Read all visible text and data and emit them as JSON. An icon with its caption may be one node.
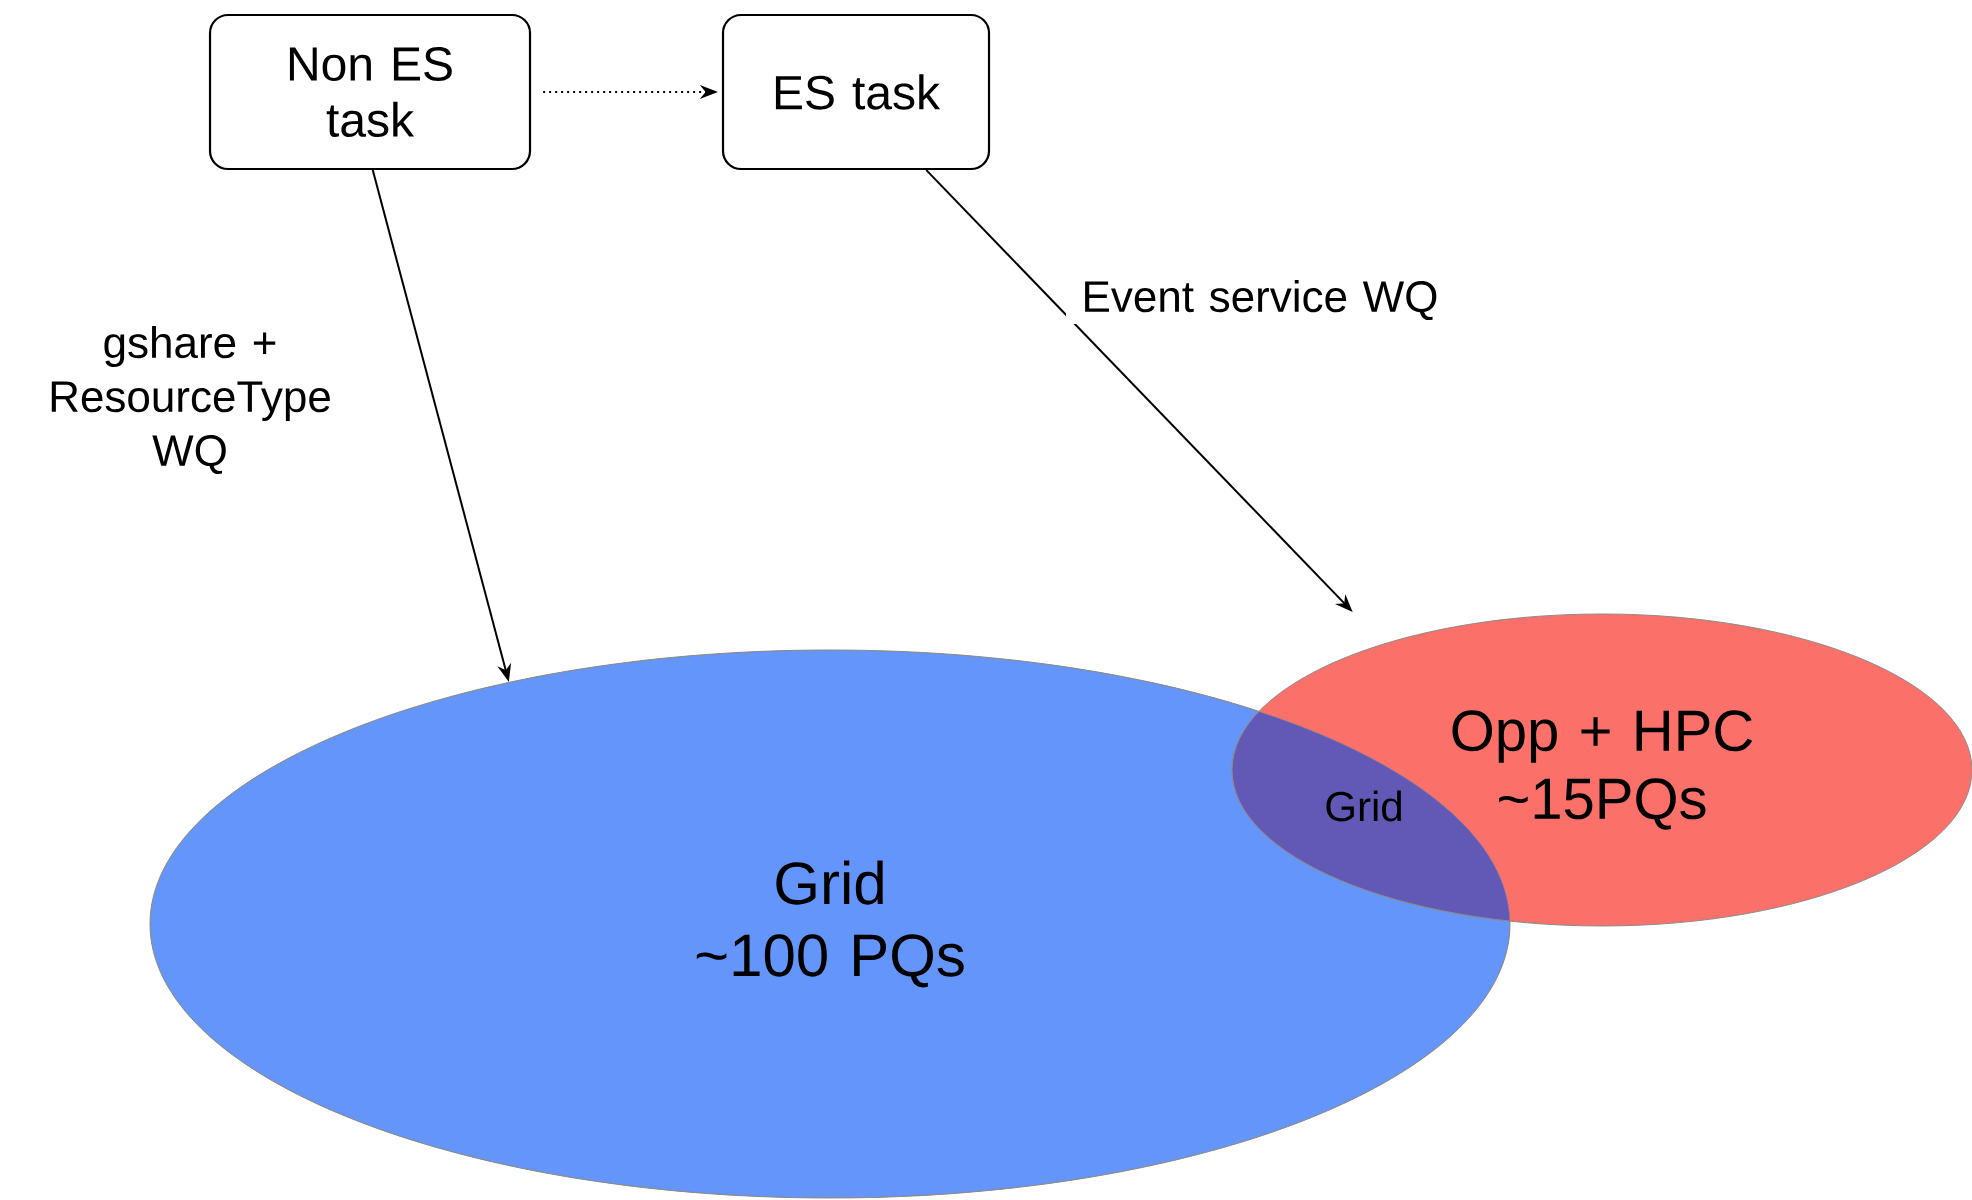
{
  "diagram": {
    "nodes": [
      {
        "text": [
          "Non ES task"
        ]
      },
      {
        "text": [
          "ES task"
        ]
      },
      {
        "text": [
          "Grid",
          "~100 PQs"
        ]
      },
      {
        "text": [
          "Opp + HPC",
          "~15PQs"
        ]
      }
    ],
    "edges": [
      {
        "from": 0,
        "to": 1,
        "arrow": "to",
        "style": "dashed"
      },
      {
        "from": 0,
        "to": 2,
        "arrow": "to",
        "label": "gshare + ResourceType WQ"
      },
      {
        "from": 1,
        "to": 3,
        "arrow": "to",
        "label": "Event service WQ"
      }
    ],
    "labels": [
      "Grid"
    ]
  }
}
